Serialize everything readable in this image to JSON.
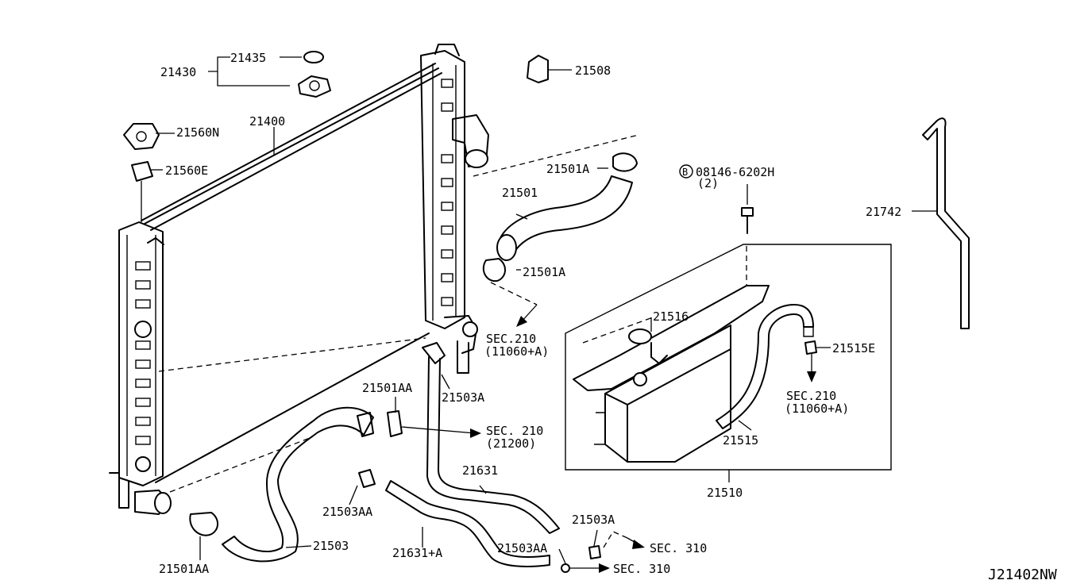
{
  "parts": {
    "p21435": "21435",
    "p21430": "21430",
    "p21508": "21508",
    "p21400": "21400",
    "p21560N": "21560N",
    "p21560E": "21560E",
    "p21501A_top": "21501A",
    "p21501": "21501",
    "p21501A_mid": "21501A",
    "p21503A_mid": "21503A",
    "p21501AA_mid": "21501AA",
    "p21503AA_left": "21503AA",
    "p21503": "21503",
    "p21501AA_bot": "21501AA",
    "p21631A": "21631+A",
    "p21503AA_bot": "21503AA",
    "p21631": "21631",
    "p21503A_bot": "21503A",
    "p21516": "21516",
    "p21515E": "21515E",
    "p21515": "21515",
    "p21510": "21510",
    "p21742": "21742",
    "bolt_code": "08146-6202H",
    "bolt_marker": "B",
    "bolt_qty": "(2)"
  },
  "refs": {
    "sec210_a": "SEC.210",
    "sec210_a_sub": "(11060+A)",
    "sec210_b": "SEC. 210",
    "sec210_b_sub": "(21200)",
    "sec210_c": "SEC.210",
    "sec210_c_sub": "(11060+A)",
    "sec310_a": "SEC. 310",
    "sec310_b": "SEC. 310"
  },
  "diagram_code": "J21402NW"
}
